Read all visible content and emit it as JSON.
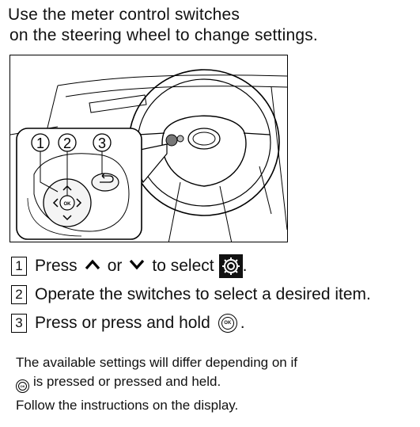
{
  "intro": {
    "line1": "Use the meter control switches",
    "line2": "on the steering wheel to change settings."
  },
  "figure": {
    "callouts": [
      "1",
      "2",
      "3"
    ],
    "ok_label": "OK"
  },
  "steps": [
    {
      "number": "1",
      "text_before": "Press",
      "or_text": "or",
      "text_after": "to select",
      "icons": [
        "up-arrow-icon",
        "down-arrow-icon",
        "settings-gear-icon"
      ],
      "end": "."
    },
    {
      "number": "2",
      "text": "Operate the switches to select a desired item."
    },
    {
      "number": "3",
      "text": "Press or press and hold",
      "icons": [
        "ok-button-icon"
      ],
      "end": "."
    }
  ],
  "notes": {
    "line1": "The available settings will differ depending on if",
    "line2": "is pressed or pressed and held.",
    "follow": "Follow the instructions on the display."
  }
}
